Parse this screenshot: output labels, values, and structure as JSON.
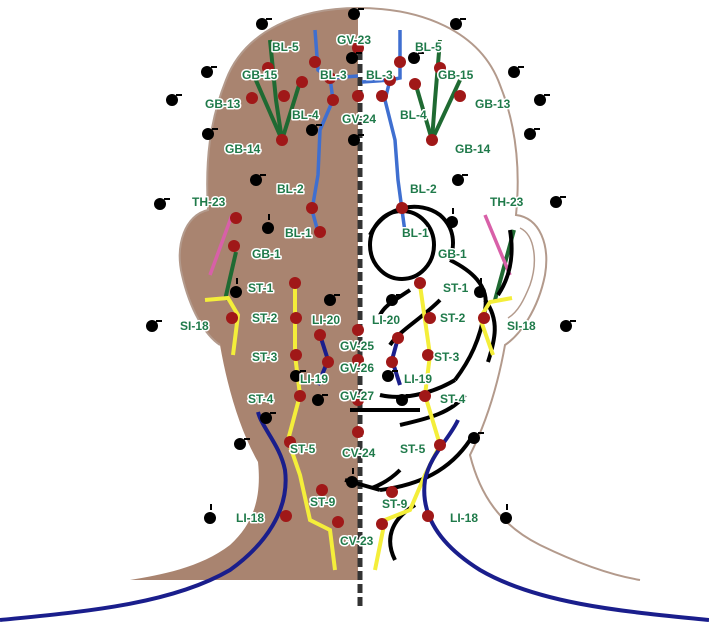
{
  "colors": {
    "skin": "#a98470",
    "outline": "#b39a8c",
    "point": "#a01818",
    "label": "#1f7a4a",
    "label_st": "#1f7a4a",
    "midline": "#333333",
    "bladder": "#3f6fd0",
    "gallbladder": "#1f6a32",
    "stomach": "#f4ee3a",
    "li": "#1a1e8c",
    "triple": "#d860a8",
    "nerve": "#000000"
  },
  "labels": {
    "gv23": "GV-23",
    "bl5_l": "BL-5",
    "bl5_r": "BL-5",
    "gb15_l": "GB-15",
    "gb15_r": "GB-15",
    "bl3_l": "BL-3",
    "bl3_r": "BL-3",
    "gb13_l": "GB-13",
    "gb13_r": "GB-13",
    "bl4_l": "BL-4",
    "bl4_r": "BL-4",
    "gv24": "GV-24",
    "gb14_l": "GB-14",
    "gb14_r": "GB-14",
    "bl2_l": "BL-2",
    "bl2_r": "BL-2",
    "th23_l": "TH-23",
    "th23_r": "TH-23",
    "bl1_l": "BL-1",
    "bl1_r": "BL-1",
    "gb1_l": "GB-1",
    "gb1_r": "GB-1",
    "st1_l": "ST-",
    "st1_l_n": "1",
    "st1_r": "ST-",
    "st1_r_n": "1",
    "si18_l": "SI-18",
    "si18_r": "SI-18",
    "st2_l": "ST-",
    "st2_l_n": "2",
    "st2_r": "ST-",
    "st2_r_n": "2",
    "li20_l": "LI-20",
    "li20_r": "LI-20",
    "st3_l": "ST-",
    "st3_l_n": "3",
    "st3_r": "ST-",
    "st3_r_n": "3",
    "gv25": "GV-25",
    "gv26": "GV-26",
    "li19_l": "LI-19",
    "li19_r": "LI-19",
    "st4_l": "ST-",
    "st4_l_n": "4",
    "st4_r": "ST-",
    "st4_r_n": "4",
    "gv27": "GV-27",
    "st5_l": "ST-",
    "st5_l_n": "5",
    "st5_r": "ST-",
    "st5_r_n": "5",
    "cv24": "CV-24",
    "st9_l": "ST-9",
    "st9_r": "ST-9",
    "li18_l": "LI-18",
    "li18_r": "LI-18",
    "cv23": "CV-23"
  }
}
